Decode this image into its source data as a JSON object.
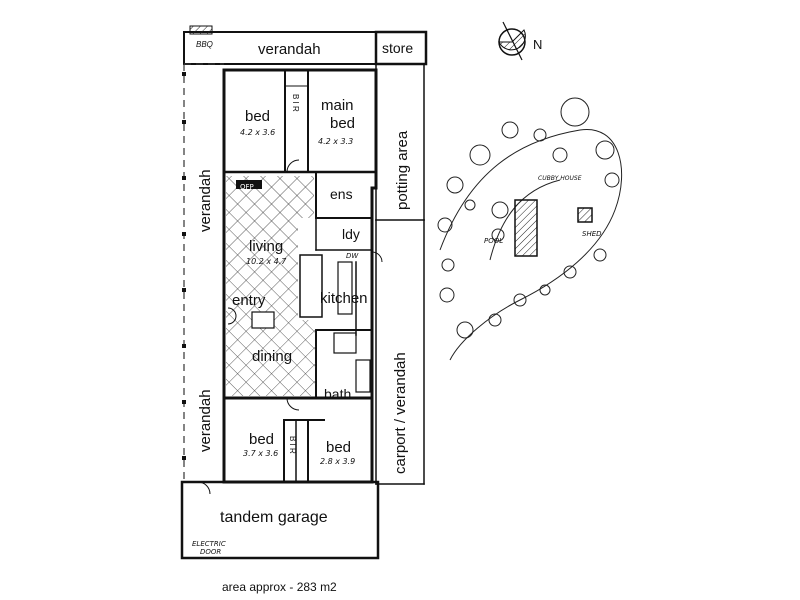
{
  "labels": {
    "bbq": "BBQ",
    "verandah_top": "verandah",
    "store": "store",
    "bed1": "bed",
    "bed1_size": "4.2 x 3.6",
    "bir": "B I R",
    "main_bed_line1": "main",
    "main_bed_line2": "bed",
    "main_bed_size": "4.2 x 3.3",
    "potting_area": "potting area",
    "verandah_left_upper": "verandah",
    "verandah_left_lower": "verandah",
    "ofp": "OFP",
    "ens": "ens",
    "ldy": "ldy",
    "living": "living",
    "living_size": "10.2 x 4.7",
    "dw": "DW",
    "entry": "entry",
    "kitchen": "kitchen",
    "dining": "dining",
    "bath": "bath",
    "carport": "carport / verandah",
    "bed2": "bed",
    "bed2_size": "3.7 x 3.6",
    "bed3": "bed",
    "bed3_size": "2.8 x 3.9",
    "tandem_garage": "tandem garage",
    "electric_door_line1": "ELECTRIC",
    "electric_door_line2": "DOOR",
    "north": "N",
    "pool": "POOL",
    "shed": "SHED",
    "cubby": "CUBBY HOUSE",
    "area_note": "area approx - 283 m2"
  },
  "colors": {
    "ink": "#111111",
    "paper": "#ffffff"
  }
}
